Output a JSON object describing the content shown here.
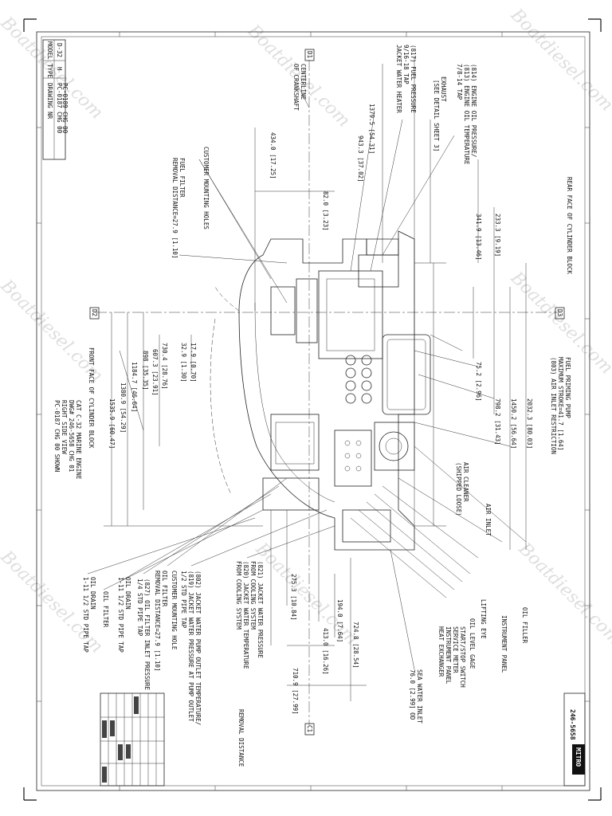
{
  "drawing_number": "246-5658",
  "brand": "MITRO",
  "table": {
    "headers": [
      "MODEL",
      "TYPE",
      "DRAWING NR"
    ],
    "rows": [
      [
        "D-32",
        "H",
        "PC-0187 CHG 00"
      ],
      [
        "",
        "",
        "PC-0189 CHG 00"
      ]
    ]
  },
  "dimensions_top": {
    "d1": "1379.5 [54.31]",
    "d2": "943.3 [37.02]",
    "d3": "434.0 [17.25]",
    "d4": "82.0 [3.23]"
  },
  "dimensions_left": {
    "d1": "341.9 [13.46]",
    "d2": "233.3 [9.19]"
  },
  "dimensions_center": {
    "d1": "75.2 [2.96]",
    "d2": "2032.3 [80.03]",
    "d3": "1450.2 [56.64]",
    "d4": "798.2 [31.43]"
  },
  "dimensions_mid": {
    "d1": "730.4 [28.76]",
    "d2": "607.3 [23.91]",
    "d3": "898 [35.35]",
    "d4": "1184.7 [46.64]",
    "d5": "1380.9 [54.29]",
    "d6": "1535.9 [60.47]",
    "d7": "17.9 [0.70]",
    "d8": "32.9 [1.30]"
  },
  "dimensions_bottom": {
    "d1": "275.3 [10.84]",
    "d2": "194.0 [7.64]",
    "d3": "413.0 [16.26]",
    "d4": "710.9 [27.99]",
    "d5": "724.8 [28.54]"
  },
  "callouts_top": {
    "exhaust": "EXHAUST",
    "exhaust2": "[SEE DETAIL SHEET 3]",
    "oil_press": "(814) ENGINE OIL PRESSURE/",
    "oil_press2": "(813) ENGINE OIL TEMPERATURE",
    "oil_press3": "7/8-14 TAP",
    "fuel_press": "(817) FUEL PRESSURE",
    "fuel_press2": "9/16-18 TAP",
    "jacket_heater": "JACKET WATER HEATER",
    "centerline": "CENTERLINE",
    "centerline2": "OF CRANKSHAFT",
    "customer_mount": "CUSTOMER MOUNTING HOLES",
    "fuel_filter": "FUEL FILTER",
    "fuel_filter2": "REMOVAL DISTANCE=27.9 [1.10]",
    "rear_face": "REAR FACE OF CYLINDER BLOCK"
  },
  "callouts_right": {
    "fuel_pump": "FUEL PRIMING PUMP",
    "fuel_pump2": "MAXIMUM STROKE=41.7 [1.64]",
    "air_restr": "(803) AIR INLET RESTRICTION",
    "air_cleaner": "AIR CLEANER",
    "air_cleaner2": "(SHIPPED LOOSE)",
    "air_inlet": "AIR INLET",
    "oil_filler": "OIL FILLER",
    "instrument": "INSTRUMENT PANEL",
    "lifting": "LIFTING EYE",
    "oil_gage": "OIL LEVEL GAGE",
    "start_stop": "START/STOP SWITCH",
    "service_meter": "SERVICE METER",
    "instr_panel": "INSTRUMENT PANEL",
    "heat_exch": "HEAT EXCHANGER",
    "sea_water": "SEA WATER INLET",
    "sea_water2": "76.0 [2.99] OD",
    "removal": "REMOVAL DISTANCE"
  },
  "callouts_bottom": {
    "jw_pressure": "(821) JACKET WATER PRESSURE",
    "jw_pressure2": "FROM COOLING SYSTEM",
    "jw_temp": "(820) JACKET WATER TEMPERATURE",
    "jw_temp2": "FROM COOLING SYSTEM",
    "pump_outlet": "(802) JACKET WATER PUMP OUTLET TEMPERATURE/",
    "pump_outlet2": "(819) JACKET WATER PRESSURE AT PUMP OUTLET",
    "pump_outlet3": "1/2 STD PIPE TAP",
    "customer_hole": "CUSTOMER MOUNTING HOLE",
    "oil_filter_rem": "OIL FILTER",
    "oil_filter_rem2": "REMOVAL DISTANCE=27.9 [1.10]",
    "oil_filter_inlet": "(827) OIL FILTER INLET PRESSURE",
    "oil_filter_inlet2": "1/4 STD PIPE TAP",
    "oil_drain": "OIL DRAIN",
    "oil_drain2": "1-11 1/2 STD PIPE TAP",
    "oil_filter": "OIL FILTER",
    "oil_drain3": "OIL DRAIN",
    "oil_drain4": "1-11 1/2 STD PIPE TAP",
    "front_face": "FRONT FACE OF CYLINDER BLOCK"
  },
  "view_caption": {
    "line1": "CAT C-32 MARINE ENGINE",
    "line2": "DWG# 246-5658 CHG 01",
    "line3": "RIGHT SIDE VIEW",
    "line4": "PC-0187 CHG 00 SHOWN"
  },
  "datum_labels": [
    "D1",
    "D2",
    "D3",
    "C1"
  ],
  "watermark": "Boatdiesel.com"
}
